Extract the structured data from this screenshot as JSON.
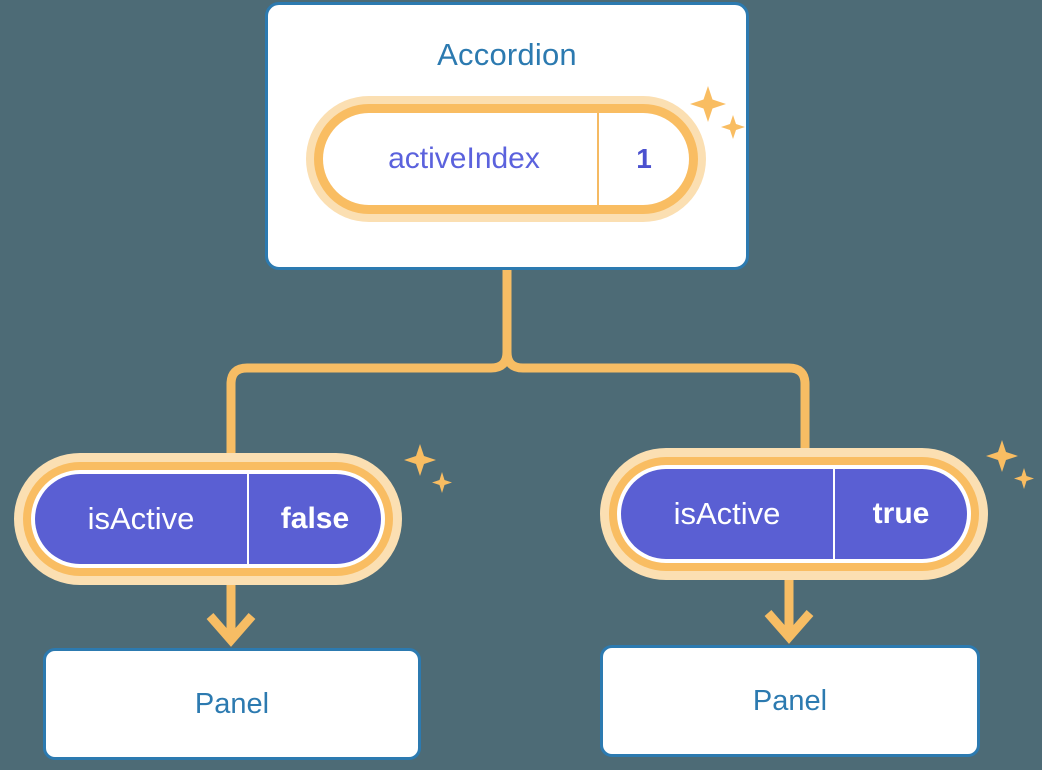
{
  "background_color": "#4d6b76",
  "palette": {
    "card_border": "#2c7ab0",
    "card_title_text": "#2c7ab0",
    "pill_ring": "#f9bd62",
    "pill_halo": "#fbdfb2",
    "pill_fill_purple": "#5a5fd3",
    "pill_text_purple": "#5b62dd",
    "connector": "#f7bd64",
    "sparkle": "#f9bd62",
    "white": "#ffffff"
  },
  "root": {
    "title": "Accordion",
    "state_pill": {
      "key": "activeIndex",
      "value": "1",
      "style": "white"
    },
    "sparkle_icon": "sparkle-icon"
  },
  "branches": [
    {
      "id": "left",
      "state_pill": {
        "key": "isActive",
        "value": "false",
        "style": "purple"
      },
      "sparkle_icon": "sparkle-icon",
      "arrow_icon": "arrow-down-icon",
      "panel": {
        "label": "Panel"
      }
    },
    {
      "id": "right",
      "state_pill": {
        "key": "isActive",
        "value": "true",
        "style": "purple"
      },
      "sparkle_icon": "sparkle-icon",
      "arrow_icon": "arrow-down-icon",
      "panel": {
        "label": "Panel"
      }
    }
  ]
}
